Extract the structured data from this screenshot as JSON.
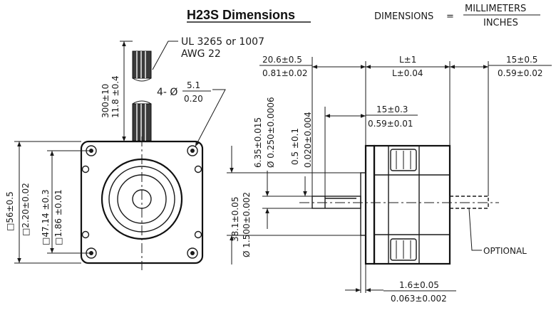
{
  "title": "H23S Dimensions",
  "units_legend": {
    "left": "DIMENSIONS",
    "eq": "=",
    "top": "MILLIMETERS",
    "bottom": "INCHES"
  },
  "wire": {
    "line1": "UL  3265  or  1007",
    "line2": "AWG  22"
  },
  "lead_length": {
    "mm": "300±10",
    "in": "11.8 ±0.4"
  },
  "mount_hole": {
    "prefix": "4- Ø",
    "mm": "5.1",
    "in": "0.20"
  },
  "square_outer": {
    "mm": "□56±0.5",
    "in": "□2.20±0.02"
  },
  "square_bolt": {
    "mm": "□47.14 ±0.3",
    "in": "□1.86 ±0.01"
  },
  "shaft_dia": {
    "mm": "6.35±0.015",
    "in": "Ø 0.250±0.0006"
  },
  "flat_depth": {
    "mm": "0.5 ±0.1",
    "in": "0.020±0.004"
  },
  "pilot_dia": {
    "mm": "38.1±0.05",
    "in": "Ø 1.500±0.002"
  },
  "shaft_len": {
    "mm": "20.6±0.5",
    "in": "0.81±0.02"
  },
  "body_len": {
    "mm": "L±1",
    "in": "L±0.04"
  },
  "rear_shaft": {
    "mm": "15±0.5",
    "in": "0.59±0.02"
  },
  "flat_len": {
    "mm": "15±0.3",
    "in": "0.59±0.01"
  },
  "pilot_len": {
    "mm": "1.6±0.05",
    "in": "0.063±0.002"
  },
  "optional_label": "OPTIONAL"
}
